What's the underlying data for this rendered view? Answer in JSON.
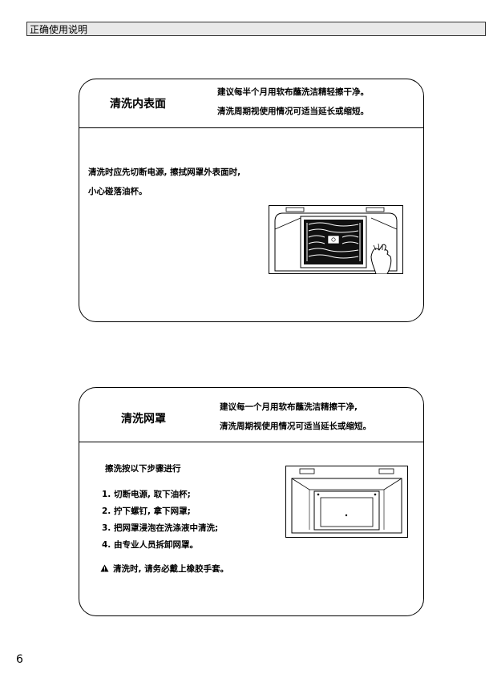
{
  "header": {
    "title": "正确使用说明"
  },
  "section1": {
    "title": "清洗内表面",
    "note_line1": "建议每半个月用软布蘸洗洁精轻擦干净。",
    "note_line2": "清洗周期视使用情况可适当延长或缩短。",
    "body_line1": "清洗时应先切断电源, 擦拭网罩外表面时,",
    "body_line2": "小心碰落油杯。"
  },
  "section2": {
    "title": "清洗网罩",
    "note_line1": "建议每一个月用软布蘸洗洁精擦干净,",
    "note_line2": "清洗周期视使用情况可适当延长或缩短。",
    "intro": "擦洗按以下步骤进行",
    "steps": [
      "1. 切断电源, 取下油杯;",
      "2. 拧下螺钉, 拿下网罩;",
      "3. 把网罩浸泡在洗涤液中清洗;",
      "4. 由专业人员拆卸网罩。"
    ],
    "warning": "清洗时, 请务必戴上橡胶手套。"
  },
  "page": {
    "number": "6"
  }
}
